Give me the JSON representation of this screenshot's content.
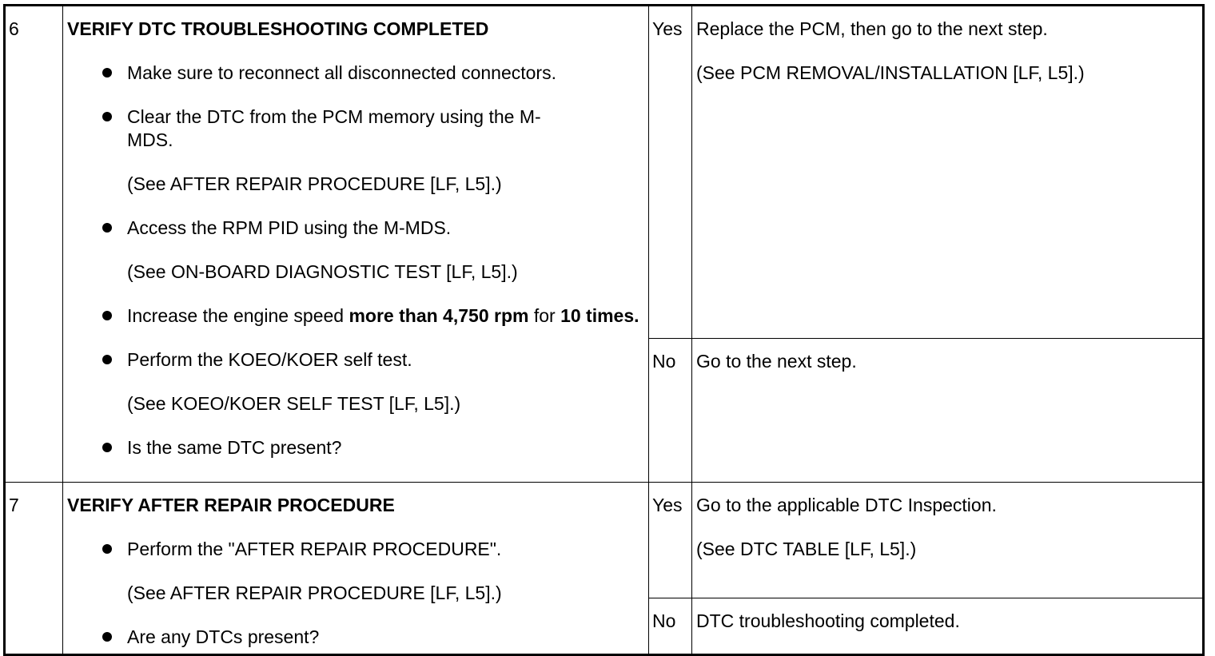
{
  "rows": [
    {
      "step": "6",
      "heading": "VERIFY DTC TROUBLESHOOTING COMPLETED",
      "items": {
        "i0": "Make sure to reconnect all disconnected connectors.",
        "i1": "Clear the DTC from the PCM memory using the M-MDS.",
        "i1_ref": "(See AFTER REPAIR PROCEDURE [LF, L5].)",
        "i2": "Access the RPM PID using the M-MDS.",
        "i2_ref": "(See ON-BOARD DIAGNOSTIC TEST [LF, L5].)",
        "i3_pre": "Increase the engine speed ",
        "i3_bold1": "more than 4,750 rpm",
        "i3_mid": " for ",
        "i3_bold2": "10 times.",
        "i4": "Perform the KOEO/KOER self test.",
        "i4_ref": "(See KOEO/KOER SELF TEST [LF, L5].)",
        "i5": "Is the same DTC present?"
      },
      "yes_label": "Yes",
      "yes_text": "Replace the PCM, then go to the next step.",
      "yes_ref": "(See PCM REMOVAL/INSTALLATION [LF, L5].)",
      "no_label": "No",
      "no_text": "Go to the next step."
    },
    {
      "step": "7",
      "heading": "VERIFY AFTER REPAIR PROCEDURE",
      "items": {
        "i0": "Perform the \"AFTER REPAIR PROCEDURE\".",
        "i0_ref": "(See AFTER REPAIR PROCEDURE [LF, L5].)",
        "i1": "Are any DTCs present?"
      },
      "yes_label": "Yes",
      "yes_text": "Go to the applicable DTC Inspection.",
      "yes_ref": "(See DTC TABLE [LF, L5].)",
      "no_label": "No",
      "no_text": "DTC troubleshooting completed."
    }
  ]
}
